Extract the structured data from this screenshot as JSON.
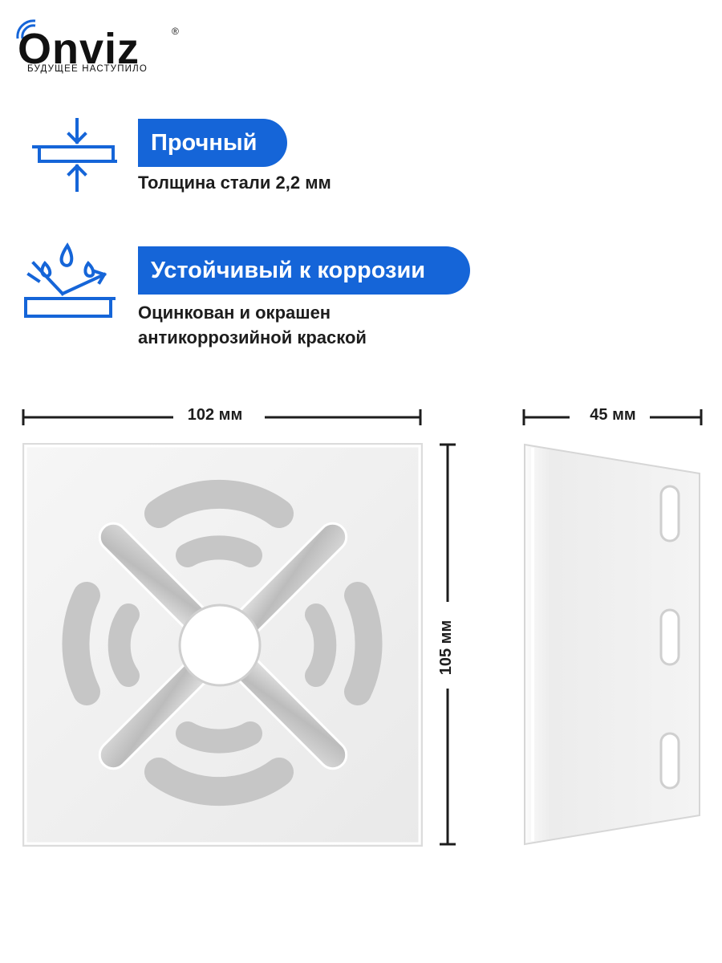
{
  "brand": {
    "name": "Onviz",
    "registered_mark": "®",
    "tagline": "БУДУЩЕЕ НАСТУПИЛО"
  },
  "features": [
    {
      "title": "Прочный",
      "description": [
        "Толщина стали 2,2 мм"
      ],
      "icon": "thickness-icon"
    },
    {
      "title": "Устойчивый к коррозии",
      "description": [
        "Оцинкован и окрашен",
        "антикоррозийной краской"
      ],
      "icon": "corrosion-resistance-icon"
    }
  ],
  "dimensions": {
    "width": "102 мм",
    "height": "105 мм",
    "depth": "45 мм"
  },
  "colors": {
    "accent": "#1565d8",
    "text": "#1d1d1d",
    "plate": "#f1f1f1"
  }
}
